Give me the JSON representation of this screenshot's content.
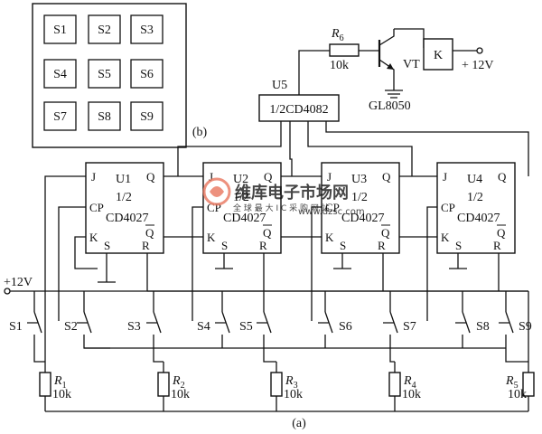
{
  "keypad": {
    "keys": [
      "S1",
      "S2",
      "S3",
      "S4",
      "S5",
      "S6",
      "S7",
      "S8",
      "S9"
    ],
    "caption": "(b)"
  },
  "circuit": {
    "caption": "(a)",
    "supply": "+12V",
    "relay": "K",
    "relay_supply": "+ 12V",
    "transistor": {
      "label": "VT",
      "part": "GL8050"
    },
    "base_resistor": {
      "name": "R",
      "sub": "6",
      "value": "10k"
    },
    "gate": {
      "name": "U5",
      "part": "1/2CD4082"
    },
    "flipflops": [
      {
        "name": "U1",
        "fraction": "1/2",
        "part": "CD4027"
      },
      {
        "name": "U2",
        "fraction": "1/2",
        "part": "CD4027"
      },
      {
        "name": "U3",
        "fraction": "1/2",
        "part": "CD4027"
      },
      {
        "name": "U4",
        "fraction": "1/2",
        "part": "CD4027"
      }
    ],
    "pins": {
      "j": "J",
      "q": "Q",
      "cp": "CP",
      "qbar": "Q",
      "k": "K",
      "s": "S",
      "r": "R"
    },
    "switches": [
      "S1",
      "S2",
      "S3",
      "S4",
      "S5",
      "S6",
      "S7",
      "S8",
      "S9"
    ],
    "resistors": [
      {
        "name": "R",
        "sub": "1",
        "value": "10k"
      },
      {
        "name": "R",
        "sub": "2",
        "value": "10k"
      },
      {
        "name": "R",
        "sub": "3",
        "value": "10k"
      },
      {
        "name": "R",
        "sub": "4",
        "value": "10k"
      },
      {
        "name": "R",
        "sub": "5",
        "value": "10k"
      }
    ]
  },
  "watermark": {
    "brand": "维库电子市场网",
    "url": "www.dzsc.com",
    "slogan": "全 球 最 大 I C 采 购 网 站"
  },
  "colors": {
    "ink": "#111111",
    "watermark": "#e8735a",
    "background": "#ffffff"
  }
}
